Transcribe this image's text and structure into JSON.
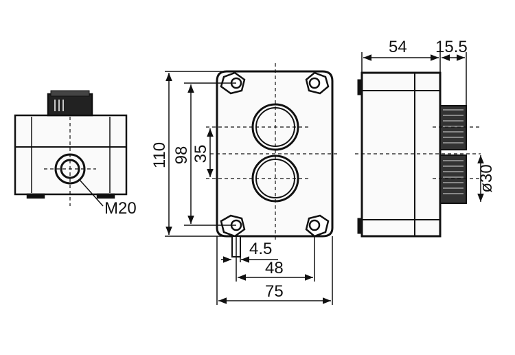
{
  "dimensions": {
    "height_outer": "110",
    "height_holes": "98",
    "button_spacing": "35",
    "hole_dia": "4.5",
    "width_holes": "48",
    "width_outer": "75",
    "depth": "54",
    "button_height": "15.5",
    "button_dia": "ø30"
  },
  "gland_thread": "M20"
}
